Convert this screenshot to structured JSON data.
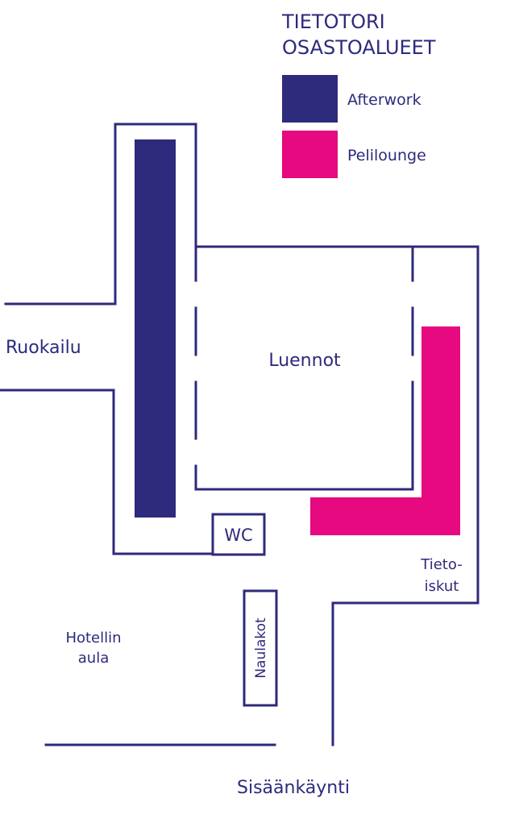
{
  "colors": {
    "outline": "#2e2a7c",
    "afterwork": "#2e2a7c",
    "pelilounge": "#e6097f",
    "background": "#ffffff"
  },
  "legend": {
    "title_line1": "TIETOTORI",
    "title_line2": "OSASTOALUEET",
    "items": [
      {
        "label": "Afterwork",
        "color": "#2e2a7c"
      },
      {
        "label": "Pelilounge",
        "color": "#e6097f"
      }
    ]
  },
  "rooms": {
    "luennot": "Luennot",
    "ruokailu": "Ruokailu",
    "wc": "WC",
    "naulakot": "Naulakot",
    "tietoiskut_line1": "Tieto-",
    "tietoiskut_line2": "iskut",
    "hotellin_aula_line1": "Hotellin",
    "hotellin_aula_line2": "aula",
    "sisaankaynti": "Sisäänkäynti"
  }
}
